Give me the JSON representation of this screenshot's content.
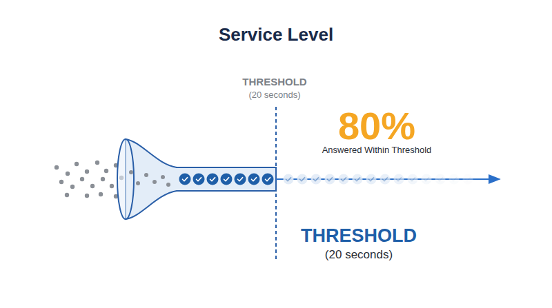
{
  "diagram": {
    "title": "Service Level",
    "labels": [
      "THRESHOLD",
      "(20 seconds)",
      "80%",
      "Answered Within Threshold",
      "THRESHOLD",
      "(20 seconds)"
    ]
  }
}
